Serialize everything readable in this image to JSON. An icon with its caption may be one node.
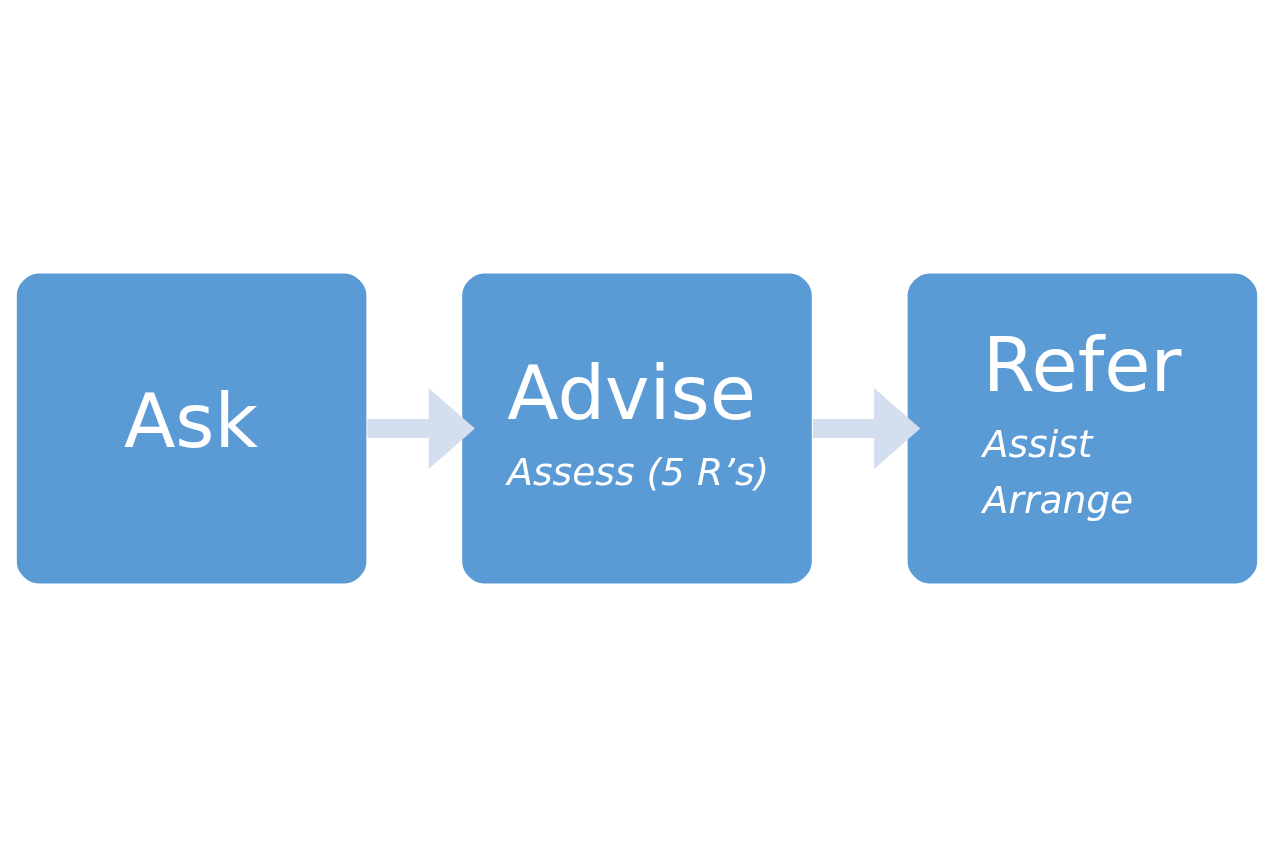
{
  "diagram": {
    "nodes": [
      {
        "text": [
          "Ask"
        ]
      },
      {
        "text": [
          "Advise",
          "Assess (5 R’s)"
        ]
      },
      {
        "text": [
          "Refer",
          "Assist",
          "Arrange"
        ]
      }
    ],
    "edges": [
      {
        "from": 0,
        "to": 1,
        "arrow": "to",
        "color": "#d3deef"
      },
      {
        "from": 1,
        "to": 2,
        "arrow": "to",
        "color": "#d3deef"
      }
    ]
  }
}
